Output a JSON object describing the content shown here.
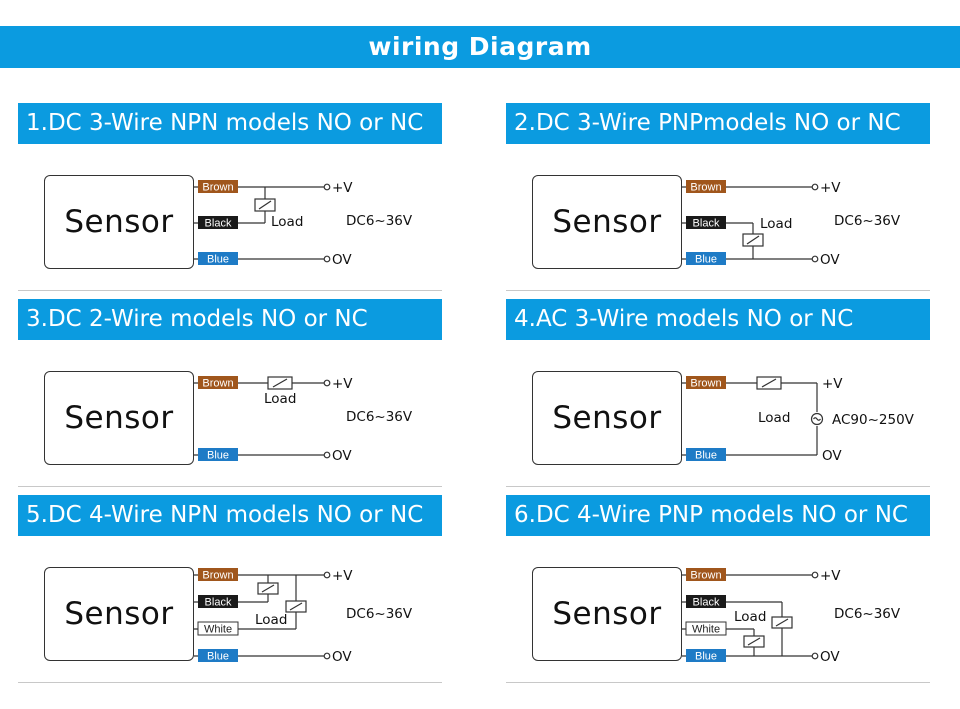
{
  "header": {
    "title": "wiring Diagram"
  },
  "colors": {
    "accent": "#0b9be0",
    "brown": "#a0561c",
    "black": "#1a1a1a",
    "blue": "#1e7bc6",
    "white_tag": "#ffffff",
    "line": "#333333"
  },
  "sensor_label": "Sensor",
  "wires": {
    "brown": "Brown",
    "black": "Black",
    "blue": "Blue",
    "white": "White"
  },
  "terminals": {
    "plus": "+V",
    "zero": "OV"
  },
  "load_label": "Load",
  "dc_supply": "DC6~36V",
  "ac_supply": "AC90~250V",
  "panels": [
    {
      "id": 1,
      "title": "1.DC 3-Wire NPN models NO or NC"
    },
    {
      "id": 2,
      "title": "2.DC 3-Wire PNPmodels NO or NC"
    },
    {
      "id": 3,
      "title": "3.DC 2-Wire models NO or NC"
    },
    {
      "id": 4,
      "title": "4.AC 3-Wire  models NO or NC"
    },
    {
      "id": 5,
      "title": "5.DC 4-Wire NPN models NO or NC"
    },
    {
      "id": 6,
      "title": "6.DC 4-Wire PNP models NO or NC"
    }
  ]
}
